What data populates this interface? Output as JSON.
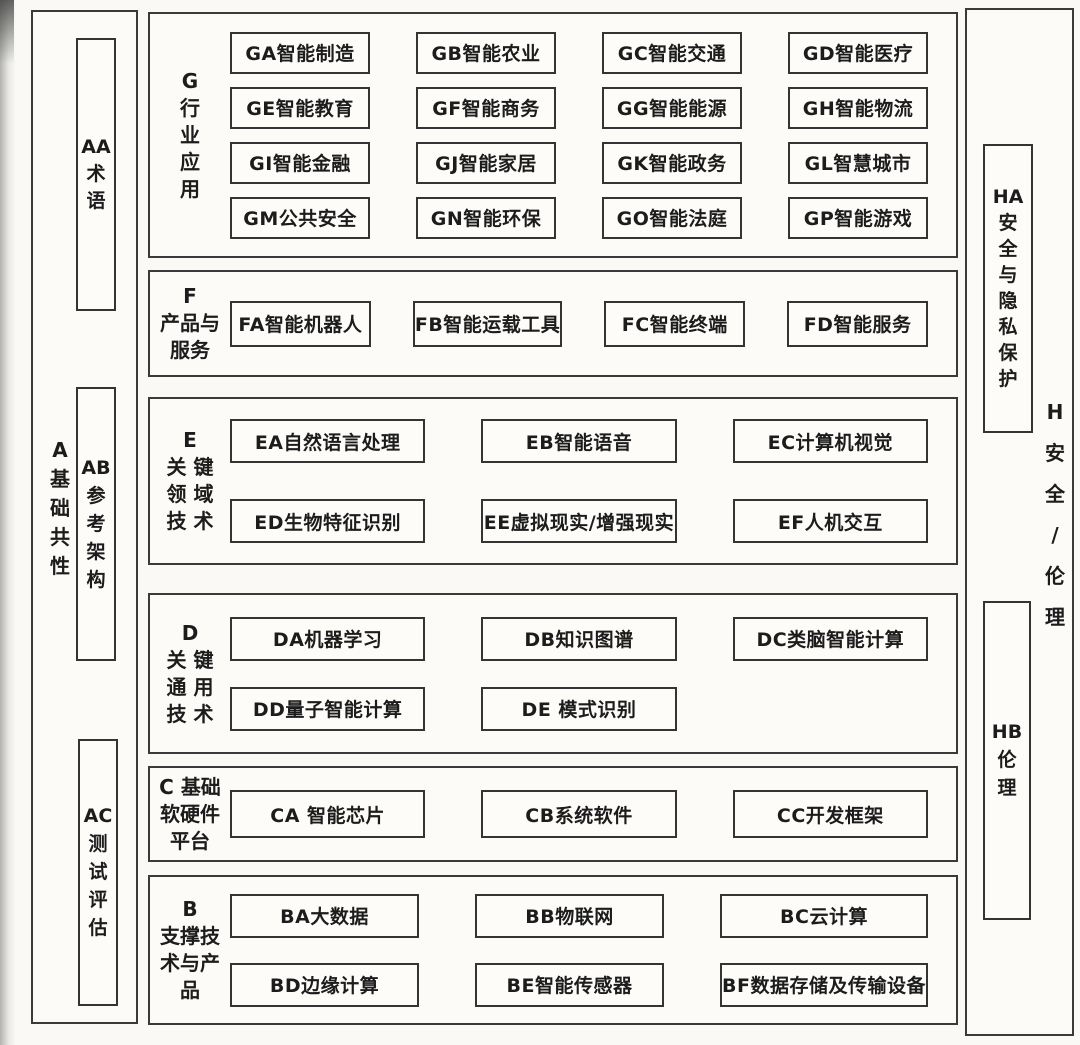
{
  "colors": {
    "border": "#3a3a3a",
    "text": "#1c1c1c",
    "background": "#faf9f6"
  },
  "left_column": {
    "code": "A",
    "label": "基础共性",
    "items": [
      {
        "code": "AA",
        "label": "术语"
      },
      {
        "code": "AB",
        "label": "参考架构"
      },
      {
        "code": "AC",
        "label": "测试评估"
      }
    ]
  },
  "right_column": {
    "code": "H",
    "label": "安全/伦理",
    "items": [
      {
        "code": "HA",
        "label": "安全与隐私保护"
      },
      {
        "code": "HB",
        "label": "伦理"
      }
    ]
  },
  "sections": [
    {
      "id": "G",
      "name": "行业应用",
      "label_lines": [
        "G",
        "行",
        "业",
        "应",
        "用"
      ],
      "items": [
        "GA智能制造",
        "GB智能农业",
        "GC智能交通",
        "GD智能医疗",
        "GE智能教育",
        "GF智能商务",
        "GG智能能源",
        "GH智能物流",
        "GI智能金融",
        "GJ智能家居",
        "GK智能政务",
        "GL智慧城市",
        "GM公共安全",
        "GN智能环保",
        "GO智能法庭",
        "GP智能游戏"
      ]
    },
    {
      "id": "F",
      "name": "产品与服务",
      "label_lines": [
        "F",
        "产品与",
        "服务"
      ],
      "items": [
        "FA智能机器人",
        "FB智能运载工具",
        "FC智能终端",
        "FD智能服务"
      ]
    },
    {
      "id": "E",
      "name": "关键领域技术",
      "label_lines": [
        "E",
        "关 键",
        "领 域",
        "技 术"
      ],
      "items": [
        "EA自然语言处理",
        "EB智能语音",
        "EC计算机视觉",
        "ED生物特征识别",
        "EE虚拟现实/增强现实",
        "EF人机交互"
      ]
    },
    {
      "id": "D",
      "name": "关键通用技术",
      "label_lines": [
        "D",
        "关 键",
        "通 用",
        "技 术"
      ],
      "items": [
        "DA机器学习",
        "DB知识图谱",
        "DC类脑智能计算",
        "DD量子智能计算",
        "DE 模式识别"
      ]
    },
    {
      "id": "C",
      "name": "基础软硬件平台",
      "label_lines": [
        "C 基础",
        "软硬件",
        "平台"
      ],
      "items": [
        "CA 智能芯片",
        "CB系统软件",
        "CC开发框架"
      ]
    },
    {
      "id": "B",
      "name": "支撑技术与产品",
      "label_lines": [
        "B",
        "支撑技",
        "术与产",
        "品"
      ],
      "items": [
        "BA大数据",
        "BB物联网",
        "BC云计算",
        "BD边缘计算",
        "BE智能传感器",
        "BF数据存储及传输设备"
      ]
    }
  ]
}
